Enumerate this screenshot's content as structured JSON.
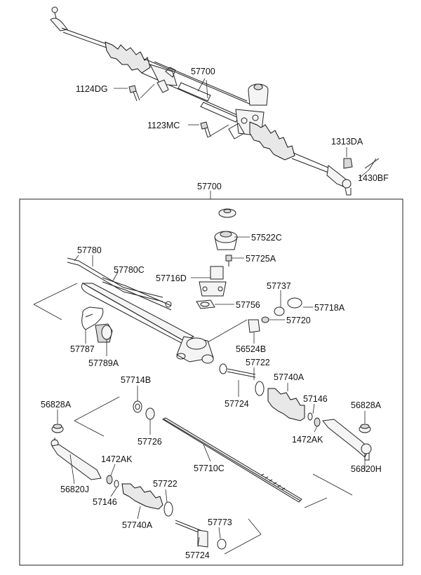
{
  "assembly_label": "57700",
  "callouts": {
    "top_assembly": "57700",
    "bolt_1124": "1124DG",
    "bolt_1123": "1123MC",
    "nut_1313": "1313DA",
    "pin_1430": "1430BF",
    "cover_57522": "57522C",
    "bolt_57725": "57725A",
    "bracket_57716": "57716D",
    "pipe_57780": "57780",
    "pipe_57780c": "57780C",
    "gasket_57756": "57756",
    "ring_57737": "57737",
    "ring_57718": "57718A",
    "plug_57720": "57720",
    "yoke_56524": "56524B",
    "clamp_57787": "57787",
    "bushing_57789": "57789A",
    "ring_57714": "57714B",
    "bush_57726": "57726",
    "rack_57710": "57710C",
    "band_57722_r": "57722",
    "rod_57724_r": "57724",
    "boot_57740_r": "57740A",
    "clip_57146_r": "57146",
    "nut_1472_r": "1472AK",
    "cap_56828_r": "56828A",
    "end_56820_r": "56820H",
    "cap_56828_l": "56828A",
    "end_56820_l": "56820J",
    "nut_1472_l": "1472AK",
    "clip_57146_l": "57146",
    "band_57722_l": "57722",
    "boot_57740_l": "57740A",
    "ring_57773": "57773",
    "rod_57724_l": "57724"
  }
}
